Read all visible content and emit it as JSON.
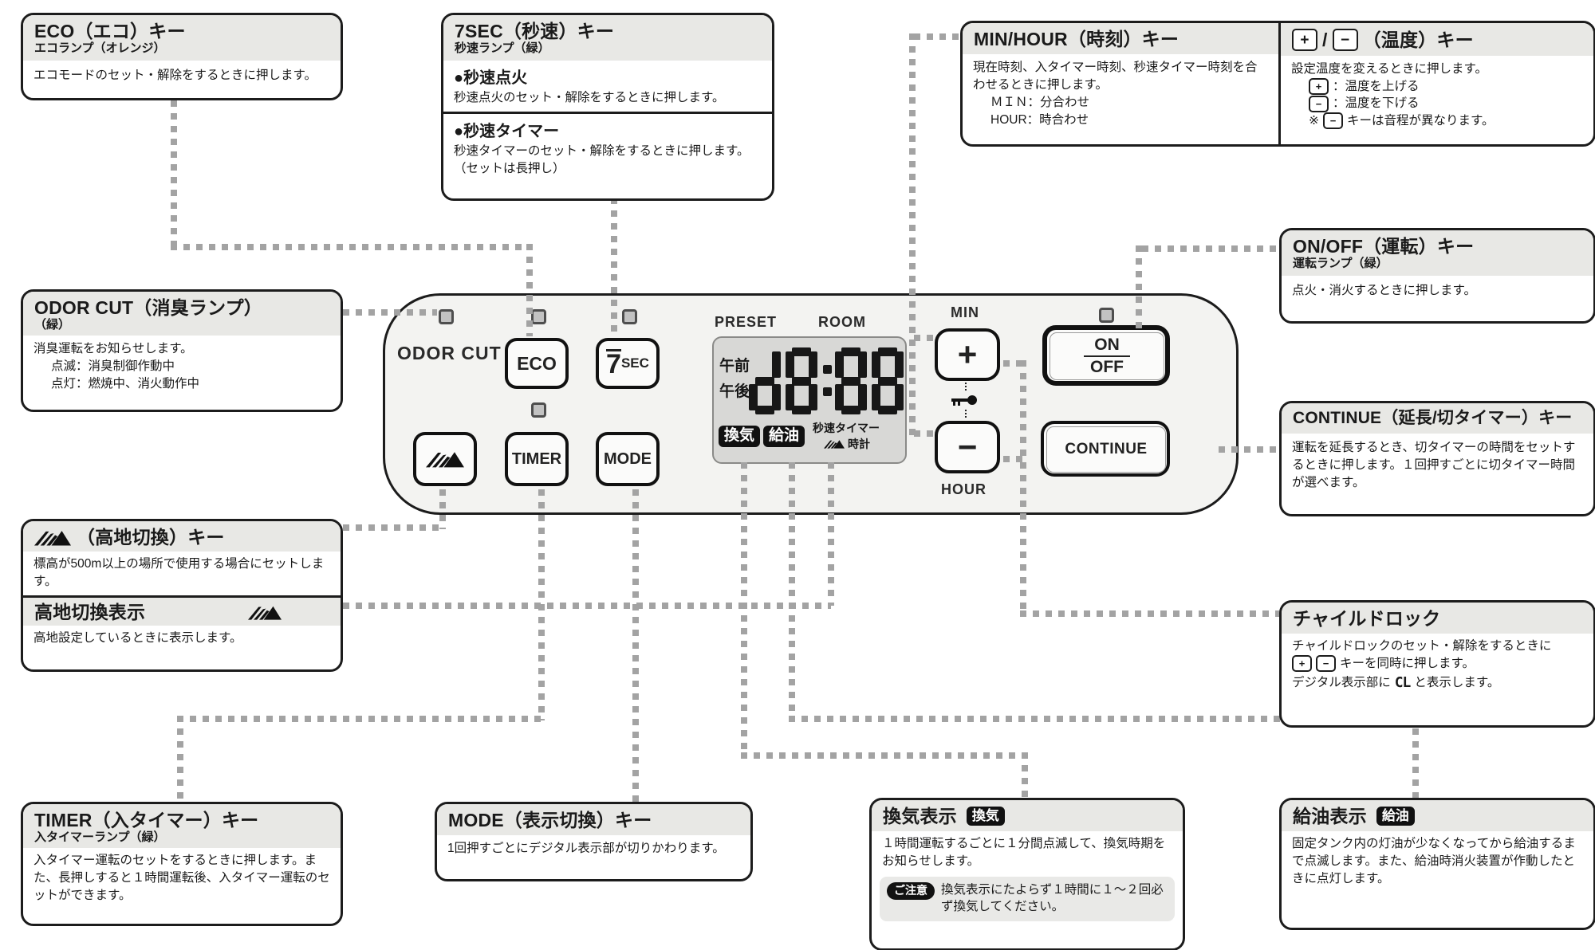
{
  "colors": {
    "callout_header_bg": "#e8e8e5",
    "panel_bg": "#f3f3f1",
    "lcd_bg": "#d8d8d6",
    "badge_bg": "#111111",
    "leader_dots": "#a3a3a3",
    "led_fill": "#c2c2c2",
    "lamp_colors": {
      "eco": "オレンジ",
      "7sec": "緑",
      "onoff": "緑",
      "timer": "緑",
      "odor": "緑"
    }
  },
  "panel": {
    "odor_cut_label": "ODOR CUT",
    "eco_button": "ECO",
    "sevensec_7": "7",
    "sevensec_sec": "SEC",
    "timer_button": "TIMER",
    "mode_button": "MODE",
    "min_label": "MIN",
    "hour_label": "HOUR",
    "plus_button": "+",
    "minus_button": "−",
    "on_label": "ON",
    "off_label": "OFF",
    "continue_button": "CONTINUE",
    "preset_label": "PRESET",
    "room_label": "ROOM",
    "display": {
      "am": "午前",
      "pm": "午後",
      "digit_segments": [
        "bcdeg",
        "abcdefg",
        "abcdefg",
        "abcdefg"
      ],
      "digits_text": "d8:88",
      "vent_badge": "換気",
      "refuel_badge": "給油",
      "mode_line1": "秒速タイマー",
      "mode_line2": "時計"
    }
  },
  "callouts": {
    "eco": {
      "title": "ECO（エコ）キー",
      "subtitle": "エコランプ（オレンジ）",
      "body": "エコモードのセット・解除をするときに押します。"
    },
    "sevensec": {
      "title": "7SEC（秒速）キー",
      "subtitle": "秒速ランプ（緑）",
      "s1_title": "●秒速点火",
      "s1_body": "秒速点火のセット・解除をするときに押します。",
      "s2_title": "●秒速タイマー",
      "s2_body": "秒速タイマーのセット・解除をするときに押します。（セットは長押し）"
    },
    "minhour": {
      "title": "MIN/HOUR（時刻）キー",
      "body": "現在時刻、入タイマー時刻、秒速タイマー時刻を合わせるときに押します。",
      "line1": "ＭＩＮ：分合わせ",
      "line2": "HOUR：時合わせ"
    },
    "temp": {
      "plus": "+",
      "slash": "/",
      "minus": "−",
      "title_suffix": "（温度）キー",
      "body": "設定温度を変えるときに押します。",
      "line1_suffix": "：温度を上げる",
      "line2_suffix": "：温度を下げる",
      "note_prefix": "※",
      "note_suffix": "キーは音程が異なります。"
    },
    "odorcut": {
      "title": "ODOR CUT（消臭ランプ）",
      "subtitle": "（緑）",
      "body": "消臭運転をお知らせします。",
      "line1": "点滅：消臭制御作動中",
      "line2": "点灯：燃焼中、消火動作中"
    },
    "onoff": {
      "title": "ON/OFF（運転）キー",
      "subtitle": "運転ランプ（緑）",
      "body": "点火・消火するときに押します。"
    },
    "continue": {
      "title": "CONTINUE（延長/切タイマー）キー",
      "body": "運転を延長するとき、切タイマーの時間をセットするときに押します。１回押すごとに切タイマー時間が選べます。"
    },
    "highland_key": {
      "title": "（高地切換）キー",
      "body": "標高が500m以上の場所で使用する場合にセットします。"
    },
    "highland_disp": {
      "title": "高地切換表示",
      "body": "高地設定しているときに表示します。"
    },
    "childlock": {
      "title": "チャイルドロック",
      "body1": "チャイルドロックのセット・解除をするときに",
      "plus": "+",
      "minus": "−",
      "body2": "キーを同時に押します。",
      "body3_prefix": "デジタル表示部に",
      "cl": "CL",
      "body3_suffix": "と表示します。"
    },
    "timer": {
      "title": "TIMER（入タイマー）キー",
      "subtitle": "入タイマーランプ（緑）",
      "body": "入タイマー運転のセットをするときに押します。また、長押しすると１時間運転後、入タイマー運転のセットができます。"
    },
    "mode": {
      "title": "MODE（表示切換）キー",
      "body": "1回押すごとにデジタル表示部が切りかわります。"
    },
    "vent": {
      "title": "換気表示",
      "badge": "換気",
      "body": "１時間運転するごとに１分間点滅して、換気時期をお知らせします。",
      "note_label": "ご注意",
      "note": "換気表示にたよらず１時間に１～２回必ず換気してください。"
    },
    "refuel": {
      "title": "給油表示",
      "badge": "給油",
      "body": "固定タンク内の灯油が少なくなってから給油するまで点滅します。また、給油時消火装置が作動したときに点灯します。"
    }
  }
}
